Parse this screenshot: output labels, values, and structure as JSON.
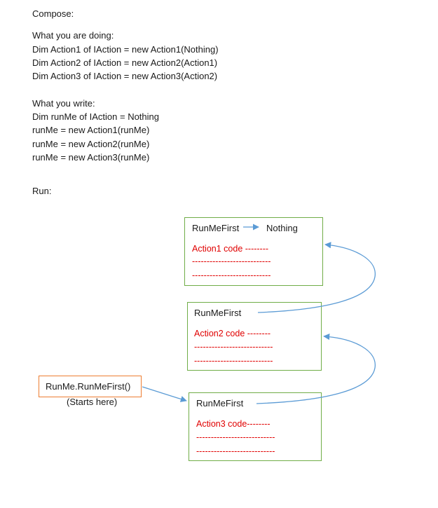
{
  "compose_heading": "Compose:",
  "doing": {
    "heading": "What you are doing:",
    "lines": [
      "Dim Action1 of IAction = new Action1(Nothing)",
      "Dim Action2 of IAction = new Action2(Action1)",
      "Dim Action3 of IAction = new Action3(Action2)"
    ]
  },
  "write": {
    "heading": "What you write:",
    "lines": [
      "Dim runMe of IAction = Nothing",
      "runMe = new Action1(runMe)",
      "runMe = new Action2(runMe)",
      "runMe = new Action3(runMe)"
    ]
  },
  "run_heading": "Run:",
  "boxes": [
    {
      "method": "RunMeFirst",
      "target": "Nothing",
      "code": "Action1 code --------",
      "dashes": "---------------------------"
    },
    {
      "method": "RunMeFirst",
      "code": "Action2 code --------",
      "dashes": "---------------------------"
    },
    {
      "method": "RunMeFirst",
      "code": "Action3 code--------",
      "dashes": "---------------------------"
    }
  ],
  "start": {
    "label": "RunMe.RunMeFirst()",
    "caption": "(Starts here)"
  },
  "colors": {
    "box_border": "#70ad47",
    "start_border": "#ed7d31",
    "code_text": "#e00000",
    "arrow": "#5b9bd5"
  }
}
